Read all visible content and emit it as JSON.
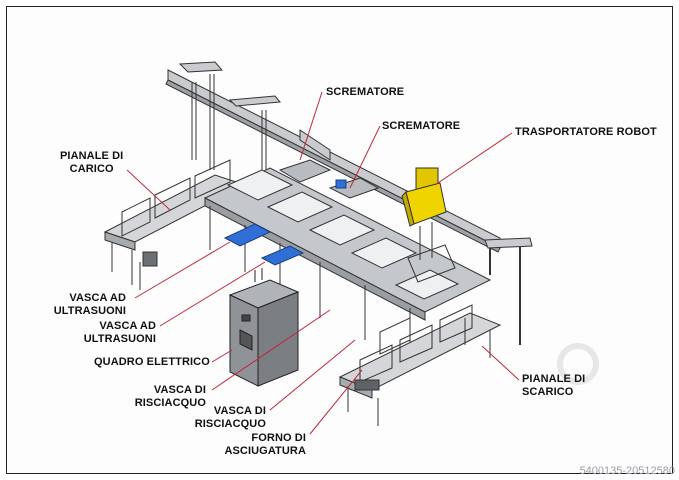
{
  "labels": {
    "pianale_carico": [
      "PIANALE DI",
      "CARICO"
    ],
    "scrematore_1": "SCREMATORE",
    "scrematore_2": "SCREMATORE",
    "trasportatore": "TRASPORTATORE ROBOT",
    "vasca_ultra_1": [
      "VASCA AD",
      "ULTRASUONI"
    ],
    "vasca_ultra_2": [
      "VASCA AD",
      "ULTRASUONI"
    ],
    "quadro": "QUADRO ELETTRICO",
    "risciacquo_1": [
      "VASCA DI",
      "RISCIACQUO"
    ],
    "risciacquo_2": [
      "VASCA DI",
      "RISCIACQUO"
    ],
    "forno": [
      "FORNO DI",
      "ASCIUGATURA"
    ],
    "pianale_scarico": [
      "PIANALE DI",
      "SCARICO"
    ]
  },
  "watermark_id": "5400135-20512580",
  "colors": {
    "leader": "#c0283a",
    "frame": "#c9cbcf",
    "tank": "#b9bcc0",
    "robot": "#f0d400",
    "blue": "#2f6fd6",
    "cabinet": "#8f9296"
  }
}
